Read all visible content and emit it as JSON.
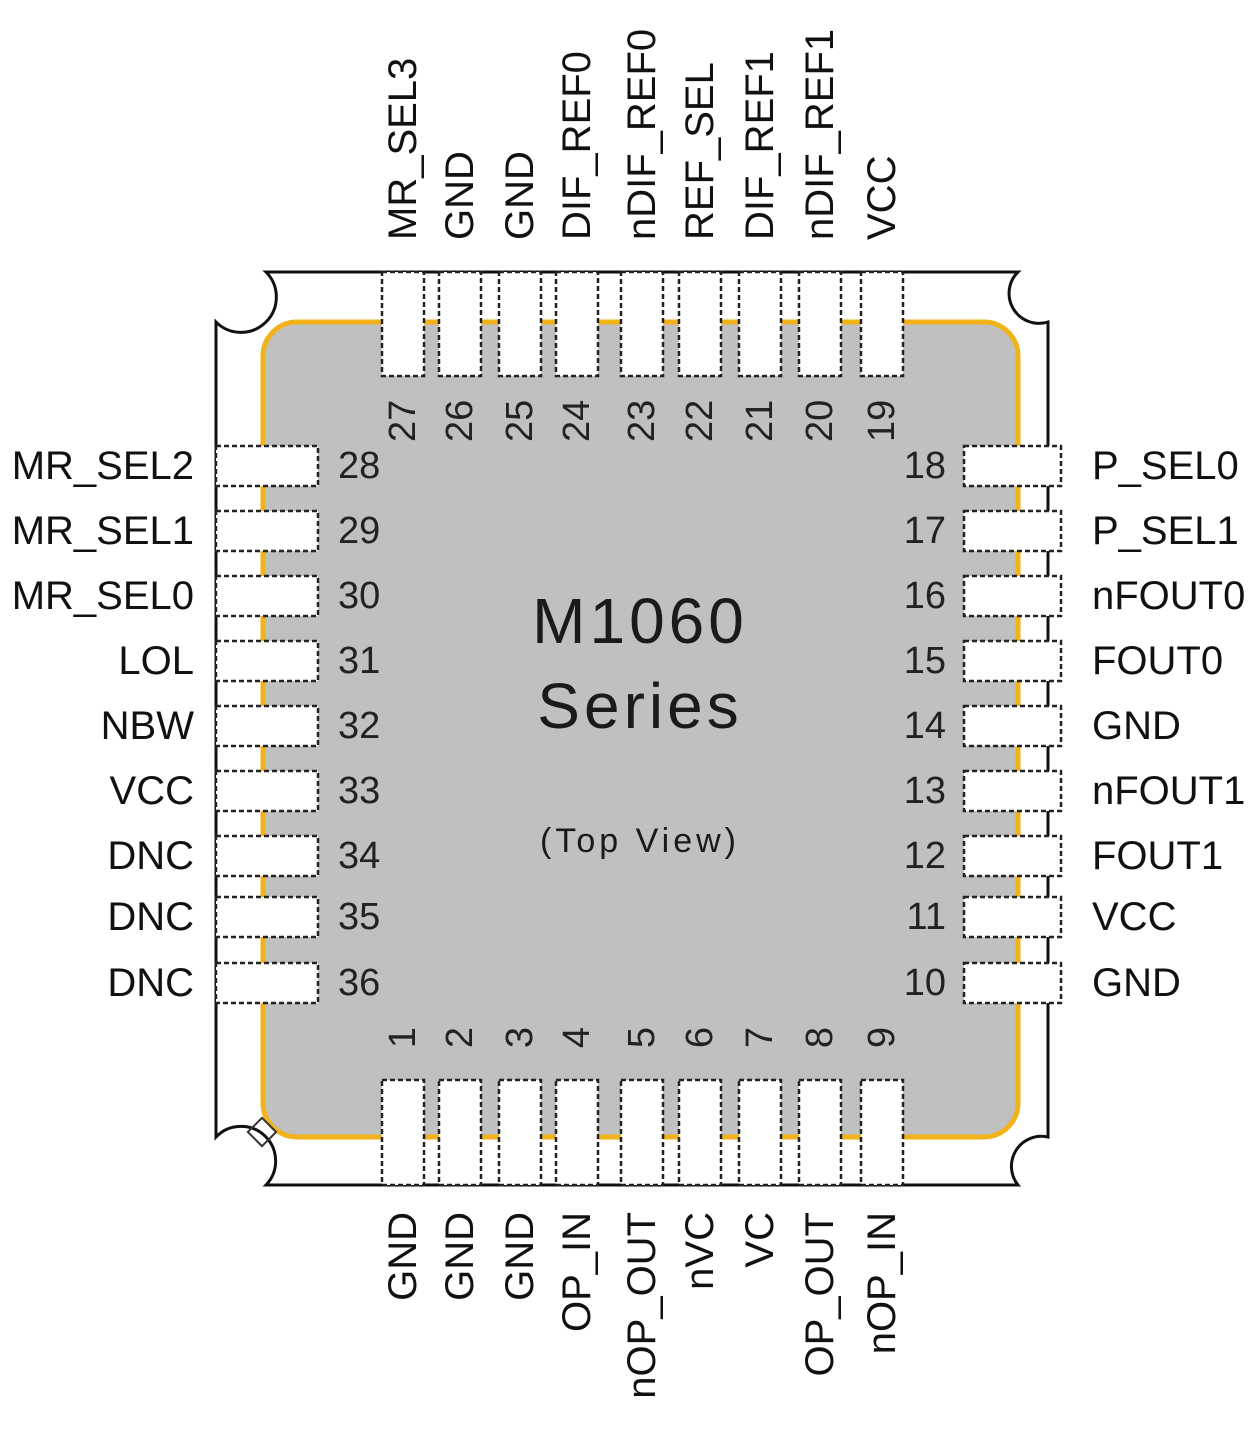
{
  "chip": {
    "title_line1": "M1060",
    "title_line2": "Series",
    "view": "(Top View)",
    "body_color": "#c0c0c0",
    "outline_color": "#f2b21a"
  },
  "pins": {
    "bottom": [
      {
        "num": "1",
        "name": "GND"
      },
      {
        "num": "2",
        "name": "GND"
      },
      {
        "num": "3",
        "name": "GND"
      },
      {
        "num": "4",
        "name": "OP_IN"
      },
      {
        "num": "5",
        "name": "nOP_OUT"
      },
      {
        "num": "6",
        "name": "nVC"
      },
      {
        "num": "7",
        "name": "VC"
      },
      {
        "num": "8",
        "name": "OP_OUT"
      },
      {
        "num": "9",
        "name": "nOP_IN"
      }
    ],
    "right": [
      {
        "num": "10",
        "name": "GND"
      },
      {
        "num": "11",
        "name": "VCC"
      },
      {
        "num": "12",
        "name": "FOUT1"
      },
      {
        "num": "13",
        "name": "nFOUT1"
      },
      {
        "num": "14",
        "name": "GND"
      },
      {
        "num": "15",
        "name": "FOUT0"
      },
      {
        "num": "16",
        "name": "nFOUT0"
      },
      {
        "num": "17",
        "name": "P_SEL1"
      },
      {
        "num": "18",
        "name": "P_SEL0"
      }
    ],
    "top": [
      {
        "num": "19",
        "name": "VCC"
      },
      {
        "num": "20",
        "name": "nDIF_REF1"
      },
      {
        "num": "21",
        "name": "DIF_REF1"
      },
      {
        "num": "22",
        "name": "REF_SEL"
      },
      {
        "num": "23",
        "name": "nDIF_REF0"
      },
      {
        "num": "24",
        "name": "DIF_REF0"
      },
      {
        "num": "25",
        "name": "GND"
      },
      {
        "num": "26",
        "name": "GND"
      },
      {
        "num": "27",
        "name": "MR_SEL3"
      }
    ],
    "left": [
      {
        "num": "28",
        "name": "MR_SEL2"
      },
      {
        "num": "29",
        "name": "MR_SEL1"
      },
      {
        "num": "30",
        "name": "MR_SEL0"
      },
      {
        "num": "31",
        "name": "LOL"
      },
      {
        "num": "32",
        "name": "NBW"
      },
      {
        "num": "33",
        "name": "VCC"
      },
      {
        "num": "34",
        "name": "DNC"
      },
      {
        "num": "35",
        "name": "DNC"
      },
      {
        "num": "36",
        "name": "DNC"
      }
    ]
  }
}
